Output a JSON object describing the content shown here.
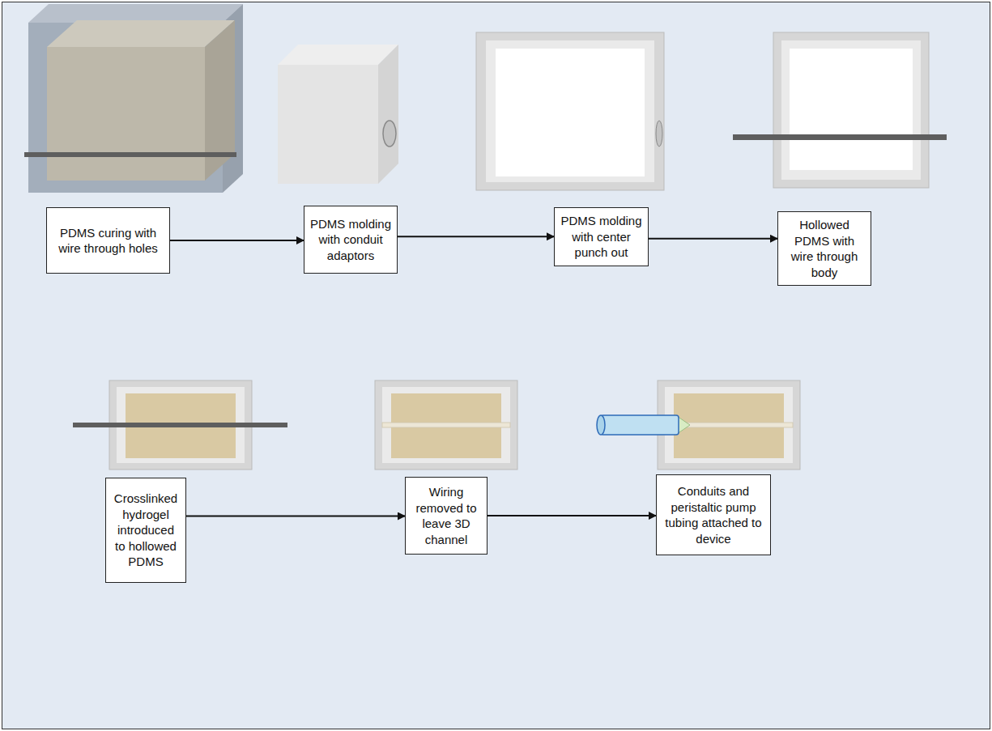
{
  "diagram": {
    "nodes": [
      {
        "text": [
          "PDMS curing with wire through holes"
        ]
      },
      {
        "text": [
          "PDMS molding with conduit adaptors"
        ]
      },
      {
        "text": [
          "PDMS molding with center punch out"
        ]
      },
      {
        "text": [
          "Hollowed PDMS with wire through body"
        ]
      },
      {
        "text": [
          "Crosslinked hydrogel introduced to hollowed PDMS"
        ]
      },
      {
        "text": [
          "Wiring removed to leave 3D channel"
        ]
      },
      {
        "text": [
          "Conduits and peristaltic pump tubing attached to device"
        ]
      }
    ],
    "edges": [
      {
        "from": 0,
        "to": 1,
        "arrow": "to"
      },
      {
        "from": 1,
        "to": 2,
        "arrow": "to"
      },
      {
        "from": 2,
        "to": 3,
        "arrow": "to"
      },
      {
        "from": 4,
        "to": 5,
        "arrow": "to"
      },
      {
        "from": 5,
        "to": 6,
        "arrow": "to"
      }
    ]
  }
}
